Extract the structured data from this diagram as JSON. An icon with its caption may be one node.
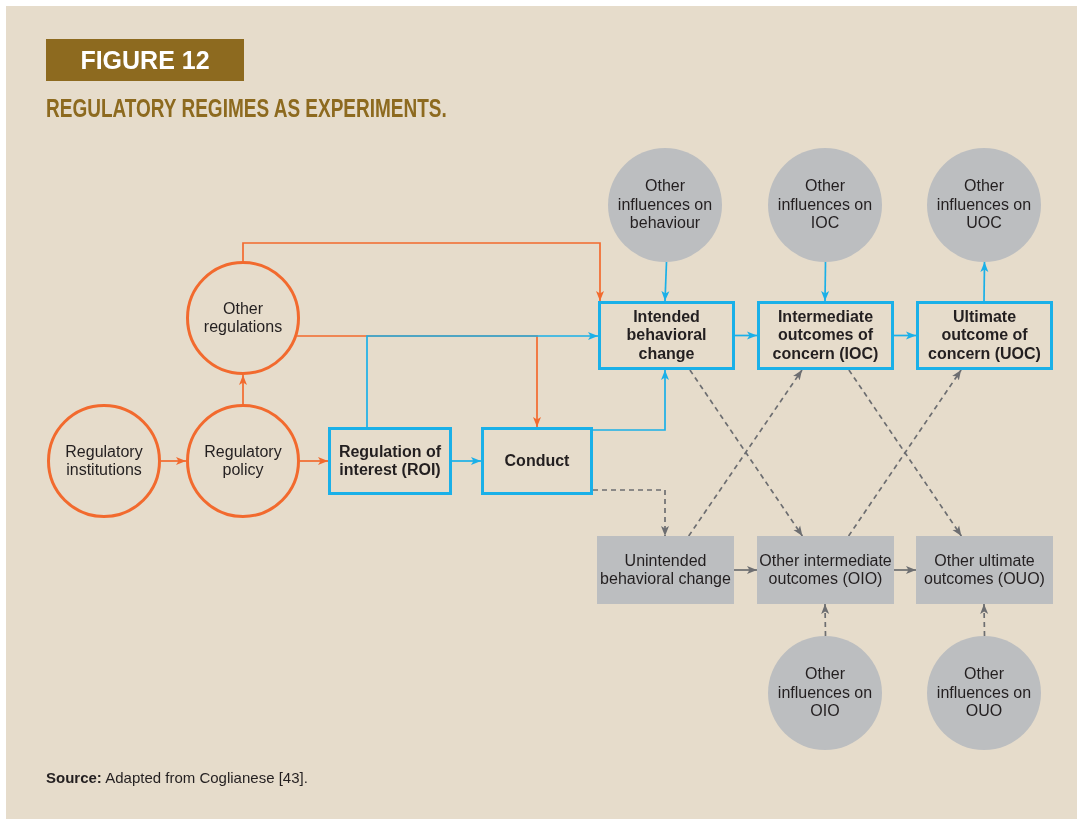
{
  "diagram": {
    "title": "REGULATORY REGIMES AS EXPERIMENTS.",
    "caption": "**Source:** Adapted from Coglianese [43].",
    "labels": [
      "FIGURE 12"
    ],
    "nodes": [
      {
        "text": [
          "Other influences on behaviour"
        ]
      },
      {
        "text": [
          "Other influences on IOC"
        ]
      },
      {
        "text": [
          "Other influences on UOC"
        ]
      },
      {
        "text": [
          "Other regulations"
        ]
      },
      {
        "text": [
          "Intended behavioral change"
        ]
      },
      {
        "text": [
          "Intermediate outcomes of concern (IOC)"
        ]
      },
      {
        "text": [
          "Ultimate outcome of concern (UOC)"
        ]
      },
      {
        "text": [
          "Regulatory institutions"
        ]
      },
      {
        "text": [
          "Regulatory policy"
        ]
      },
      {
        "text": [
          "Regulation of interest (ROI)"
        ]
      },
      {
        "text": [
          "Conduct"
        ]
      },
      {
        "text": [
          "Unintended behavioral change"
        ]
      },
      {
        "text": [
          "Other intermediate outcomes (OIO)"
        ]
      },
      {
        "text": [
          "Other ultimate outcomes (OUO)"
        ]
      },
      {
        "text": [
          "Other influences on OIO"
        ]
      },
      {
        "text": [
          "Other influences on OUO"
        ]
      }
    ],
    "edges": [
      {
        "from": 7,
        "to": 8,
        "arrow": "to",
        "color": "#f26a2e"
      },
      {
        "from": 8,
        "to": 3,
        "arrow": "to",
        "color": "#f26a2e"
      },
      {
        "from": 8,
        "to": 9,
        "arrow": "to",
        "color": "#f26a2e"
      },
      {
        "from": 3,
        "to": 4,
        "arrow": "to",
        "color": "#f26a2e"
      },
      {
        "from": 3,
        "to": 10,
        "arrow": "to",
        "color": "#f26a2e"
      },
      {
        "from": 9,
        "to": 4,
        "arrow": "to",
        "color": "#1ab0e8"
      },
      {
        "from": 10,
        "to": 4,
        "arrow": "to",
        "color": "#1ab0e8"
      },
      {
        "from": 9,
        "to": 10,
        "arrow": "to",
        "color": "#1ab0e8"
      },
      {
        "from": 0,
        "to": 4,
        "arrow": "to",
        "color": "#1ab0e8"
      },
      {
        "from": 4,
        "to": 5,
        "arrow": "to",
        "color": "#1ab0e8"
      },
      {
        "from": 5,
        "to": 6,
        "arrow": "to",
        "color": "#1ab0e8"
      },
      {
        "from": 1,
        "to": 5,
        "arrow": "to",
        "color": "#1ab0e8"
      },
      {
        "from": 6,
        "to": 2,
        "arrow": "to",
        "color": "#1ab0e8"
      },
      {
        "from": 10,
        "to": 11,
        "arrow": "to",
        "style": "dashed",
        "color": "#6d6e71"
      },
      {
        "from": 11,
        "to": 12,
        "arrow": "to",
        "color": "#6d6e71"
      },
      {
        "from": 12,
        "to": 13,
        "arrow": "to",
        "color": "#6d6e71"
      },
      {
        "from": 4,
        "to": 12,
        "arrow": "to",
        "style": "dashed",
        "color": "#6d6e71"
      },
      {
        "from": 11,
        "to": 5,
        "arrow": "to",
        "style": "dashed",
        "color": "#6d6e71"
      },
      {
        "from": 5,
        "to": 13,
        "arrow": "to",
        "style": "dashed",
        "color": "#6d6e71"
      },
      {
        "from": 12,
        "to": 6,
        "arrow": "to",
        "style": "dashed",
        "color": "#6d6e71"
      },
      {
        "from": 14,
        "to": 12,
        "arrow": "to",
        "style": "dashed",
        "color": "#6d6e71"
      },
      {
        "from": 15,
        "to": 13,
        "arrow": "to",
        "style": "dashed",
        "color": "#6d6e71"
      }
    ]
  }
}
